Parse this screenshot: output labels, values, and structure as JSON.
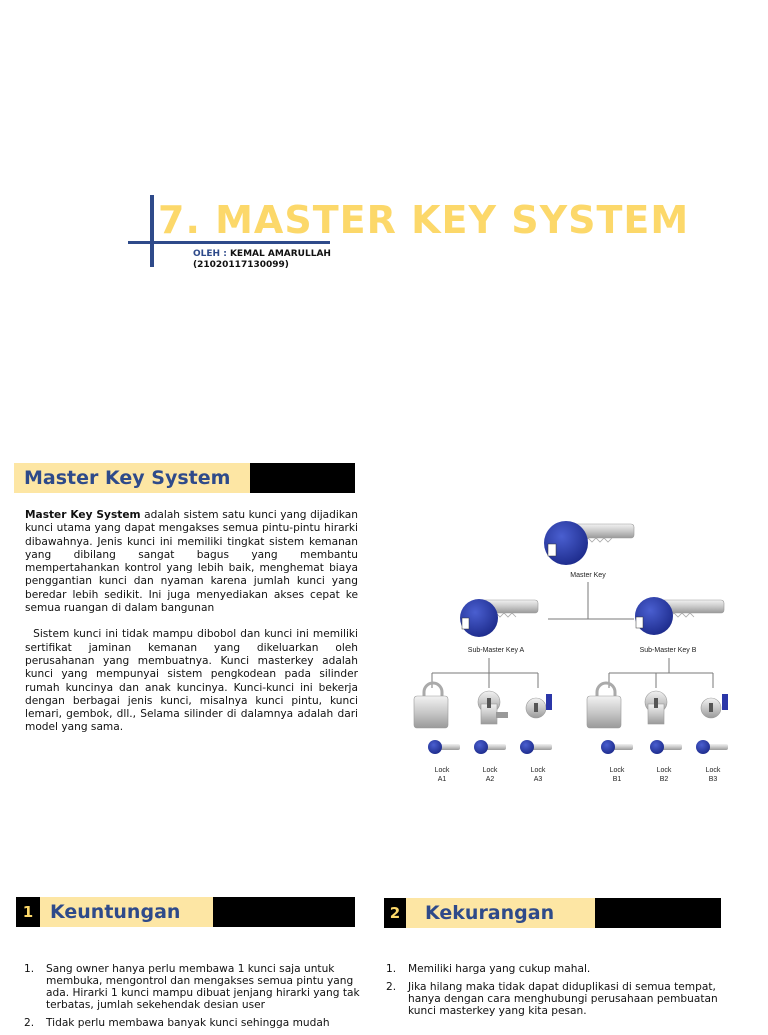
{
  "title": {
    "heading": "7. MASTER KEY SYSTEM",
    "by_label": "OLEH :",
    "author": "KEMAL AMARULLAH",
    "student_id": "(21020117130099)"
  },
  "colors": {
    "accent_yellow": "#fcd86a",
    "header_tint": "#fde6a4",
    "navy": "#2e4a8a",
    "black": "#000000"
  },
  "section_master": {
    "header": "Master Key System",
    "term": "Master Key System",
    "para1_rest": " adalah sistem satu kunci yang dijadikan kunci utama yang dapat mengakses semua pintu-pintu hirarki dibawahnya. Jenis kunci ini memiliki tingkat sistem kemanan yang dibilang sangat bagus yang membantu mempertahankan kontrol yang lebih baik, menghemat biaya penggantian kunci dan nyaman karena jumlah kunci yang beredar lebih sedikit. Ini juga menyediakan akses cepat ke semua ruangan di dalam bangunan",
    "para2": "Sistem kunci ini tidak mampu dibobol dan kunci ini memiliki sertifikat jaminan kemanan yang dikeluarkan oleh perusahanan yang membuatnya. Kunci masterkey adalah kunci yang mempunyai sistem pengkodean pada silinder rumah kuncinya dan anak kuncinya. Kunci-kunci ini bekerja dengan berbagai jenis kunci, misalnya kunci pintu, kunci lemari, gembok, dll., Selama silinder di dalamnya adalah dari model yang sama."
  },
  "diagram": {
    "master_label": "Master Key",
    "sub_a_label": "Sub-Master Key A",
    "sub_b_label": "Sub-Master Key B",
    "locks": [
      {
        "line1": "Lock",
        "line2": "A1",
        "kind": "padlock"
      },
      {
        "line1": "Lock",
        "line2": "A2",
        "kind": "euro-cylinder"
      },
      {
        "line1": "Lock",
        "line2": "A3",
        "kind": "cam-lock"
      },
      {
        "line1": "Lock",
        "line2": "B1",
        "kind": "padlock"
      },
      {
        "line1": "Lock",
        "line2": "B2",
        "kind": "euro-cylinder"
      },
      {
        "line1": "Lock",
        "line2": "B3",
        "kind": "cam-lock"
      }
    ]
  },
  "section_pros": {
    "number": "1",
    "header": "Keuntungan",
    "items": [
      {
        "n": "1.",
        "text": "Sang owner hanya perlu membawa 1 kunci saja untuk membuka, mengontrol dan mengakses semua pintu yang ada. Hirarki 1 kunci mampu dibuat jenjang hirarki yang tak terbatas, jumlah sekehendak desian user"
      },
      {
        "n": "2.",
        "text": "Tidak perlu membawa banyak kunci sehingga mudah"
      }
    ]
  },
  "section_cons": {
    "number": "2",
    "header": "Kekurangan",
    "items": [
      {
        "n": "1.",
        "text": "Memiliki harga yang cukup mahal."
      },
      {
        "n": "2.",
        "text": "Jika hilang maka tidak dapat diduplikasi di semua tempat, hanya dengan cara menghubungi perusahaan pembuatan kunci masterkey yang kita pesan."
      }
    ]
  }
}
